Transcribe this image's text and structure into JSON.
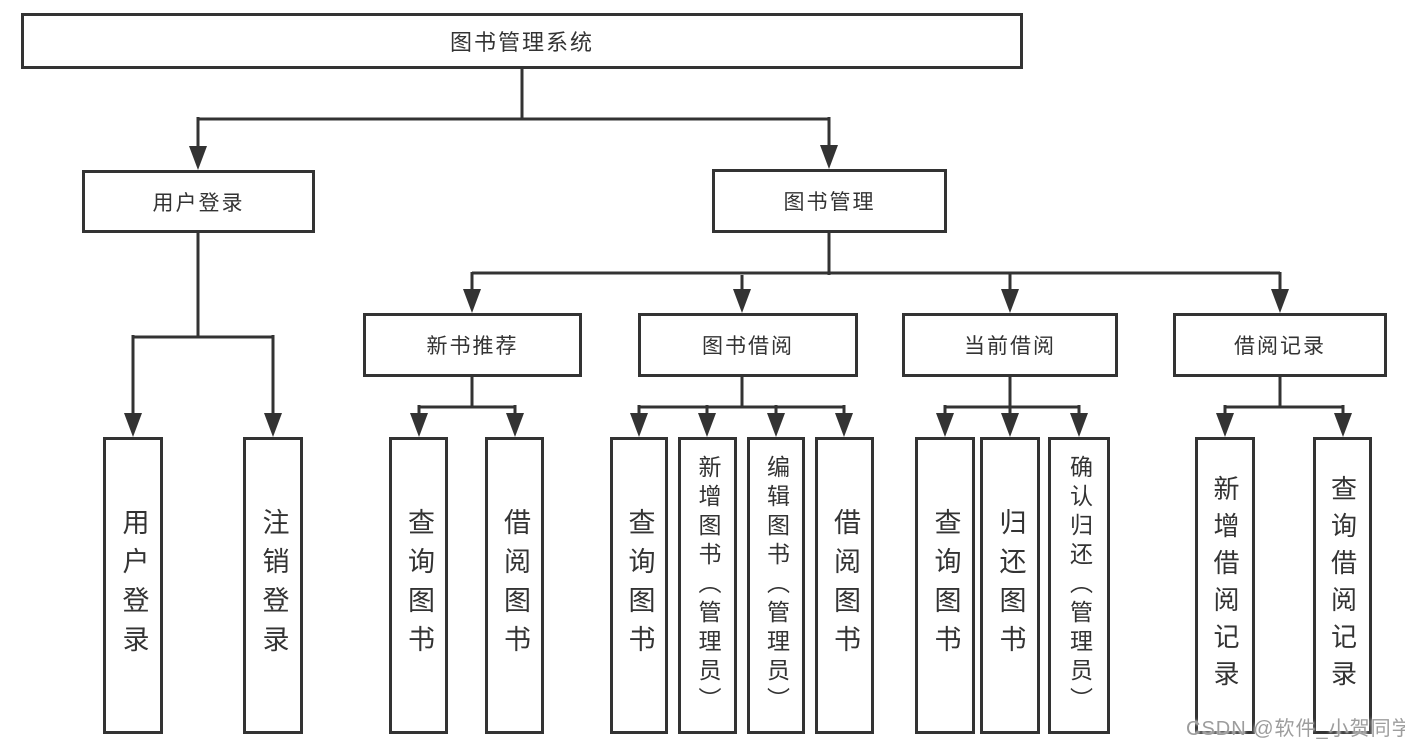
{
  "diagram": {
    "colors": {
      "line": "#333333",
      "text": "#333333",
      "watermark": "#9d9d9d",
      "background": "#ffffff"
    },
    "watermark": "CSDN @软件_小贺同学",
    "nodes": {
      "root": {
        "label": "图书管理系统"
      },
      "user_login": {
        "label": "用户登录"
      },
      "book_management": {
        "label": "图书管理"
      },
      "new_book_recommend": {
        "label": "新书推荐"
      },
      "book_borrowing": {
        "label": "图书借阅"
      },
      "current_borrowing": {
        "label": "当前借阅"
      },
      "borrowing_records": {
        "label": "借阅记录"
      },
      "leaf_user_login": {
        "label": "用户登录"
      },
      "leaf_logout": {
        "label": "注销登录"
      },
      "leaf_query_books_rec": {
        "label": "查询图书"
      },
      "leaf_borrow_books_rec": {
        "label": "借阅图书"
      },
      "leaf_query_books_bor": {
        "label": "查询图书"
      },
      "leaf_add_books": {
        "label": "新增图书（管理员）"
      },
      "leaf_edit_books": {
        "label": "编辑图书（管理员）"
      },
      "leaf_borrow_books_bor": {
        "label": "借阅图书"
      },
      "leaf_query_books_cur": {
        "label": "查询图书"
      },
      "leaf_return_books": {
        "label": "归还图书"
      },
      "leaf_confirm_return": {
        "label": "确认归还（管理员）"
      },
      "leaf_add_borrow_record": {
        "label": "新增借阅记录"
      },
      "leaf_query_borrow_record": {
        "label": "查询借阅记录"
      }
    },
    "hierarchy": {
      "图书管理系统": {
        "用户登录": [
          "用户登录",
          "注销登录"
        ],
        "图书管理": {
          "新书推荐": [
            "查询图书",
            "借阅图书"
          ],
          "图书借阅": [
            "查询图书",
            "新增图书（管理员）",
            "编辑图书（管理员）",
            "借阅图书"
          ],
          "当前借阅": [
            "查询图书",
            "归还图书",
            "确认归还（管理员）"
          ],
          "借阅记录": [
            "新增借阅记录",
            "查询借阅记录"
          ]
        }
      }
    }
  }
}
